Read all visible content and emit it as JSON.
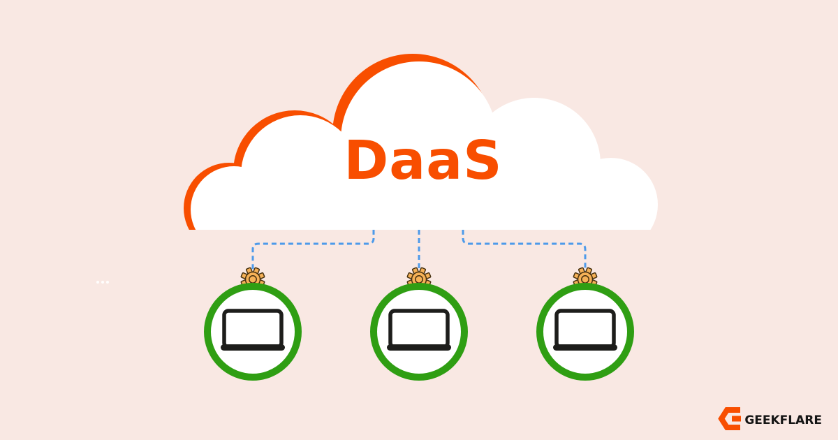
{
  "illustration": {
    "title": "DaaS",
    "cloud": {
      "label": "DaaS"
    },
    "device_nodes": {
      "count": 3,
      "icon": "laptop",
      "topper_icon": "gear",
      "connector_style": "dashed"
    },
    "ellipsis_dot_count": 3
  },
  "brand": {
    "wordmark": "GEEKFLARE",
    "logo_icon": "geekflare-flare-icon"
  },
  "colors": {
    "background": "#F9E8E3",
    "accent_orange": "#F84E00",
    "cloud_white": "#FFFFFF",
    "node_green": "#2F9E13",
    "connector_blue": "#4D9AEA",
    "gear_fill": "#F6B157",
    "gear_outline": "#46300F",
    "laptop_dark": "#1D1D1B",
    "wordmark_black": "#151515"
  }
}
